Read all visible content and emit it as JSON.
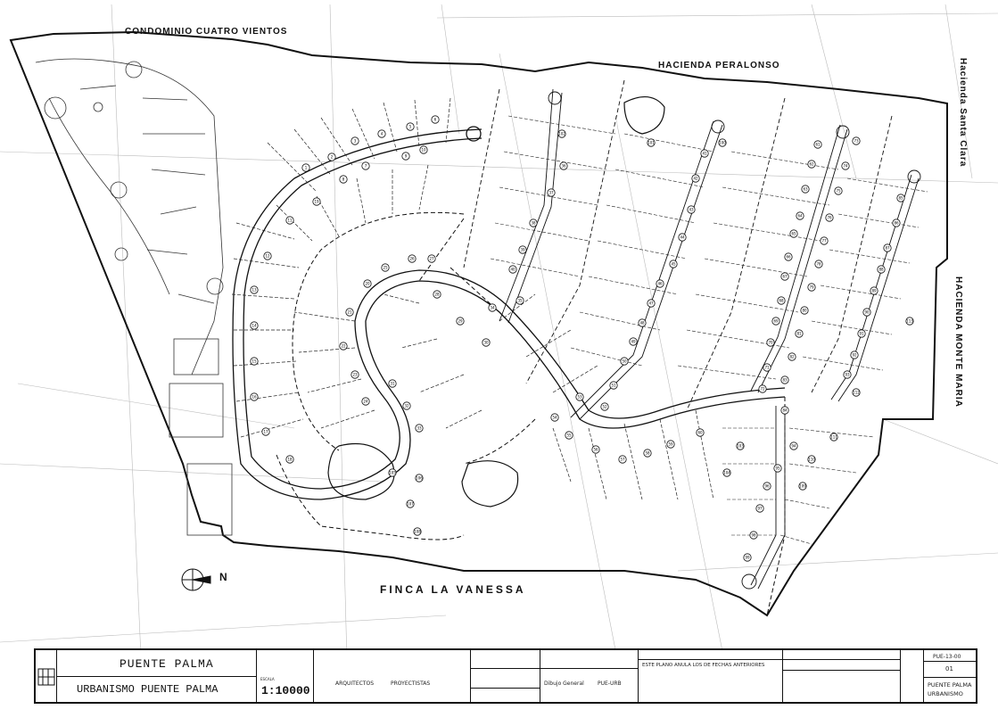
{
  "labels": {
    "condominio": "CONDOMINIO CUATRO VIENTOS",
    "peralonso": "HACIENDA PERALONSO",
    "santa_clara": "Hacienda Santa Clara",
    "monte_maria": "HACIENDA MONTE MARIA",
    "vanessa": "FINCA LA VANESSA",
    "north": "N"
  },
  "title_block": {
    "project": "PUENTE PALMA",
    "content": "URBANISMO PUENTE PALMA",
    "scale_label": "ESCALA",
    "scale": "1:10000",
    "architects": "ARQUITECTOS",
    "designers": "PROYECTISTAS",
    "drawing": "Dibujo General",
    "code": "PUE-URB",
    "note": "ESTE PLANO ANULA LOS DE FECHAS ANTERIORES",
    "plan_code": "PUE-13-00",
    "sheet": "01",
    "bottom_right_1": "PUENTE PALMA",
    "bottom_right_2": "URBANISMO"
  },
  "lots": [
    "1",
    "2",
    "3",
    "4",
    "5",
    "6",
    "7",
    "8",
    "9",
    "10",
    "11",
    "12",
    "13",
    "14",
    "15",
    "16",
    "17",
    "18",
    "19",
    "20",
    "21",
    "22",
    "23",
    "24",
    "25",
    "26",
    "27",
    "28",
    "29",
    "30",
    "31",
    "32",
    "33",
    "34",
    "35",
    "36",
    "37",
    "38",
    "39",
    "40",
    "41",
    "42",
    "43",
    "44",
    "45",
    "46",
    "47",
    "48",
    "49",
    "50",
    "51",
    "52",
    "53",
    "54",
    "55",
    "56",
    "57",
    "58",
    "59",
    "60",
    "61",
    "62",
    "63",
    "64",
    "65",
    "66",
    "67",
    "68",
    "69",
    "70",
    "71",
    "72",
    "73",
    "74",
    "75",
    "76",
    "77",
    "78",
    "79",
    "80",
    "81",
    "82",
    "83",
    "84",
    "85",
    "86",
    "87",
    "88",
    "89",
    "90",
    "91",
    "92",
    "93",
    "94",
    "95",
    "96",
    "97",
    "98",
    "99",
    "100",
    "101",
    "102",
    "103",
    "104",
    "105",
    "106",
    "107",
    "108",
    "109",
    "110",
    "111",
    "112",
    "113"
  ]
}
